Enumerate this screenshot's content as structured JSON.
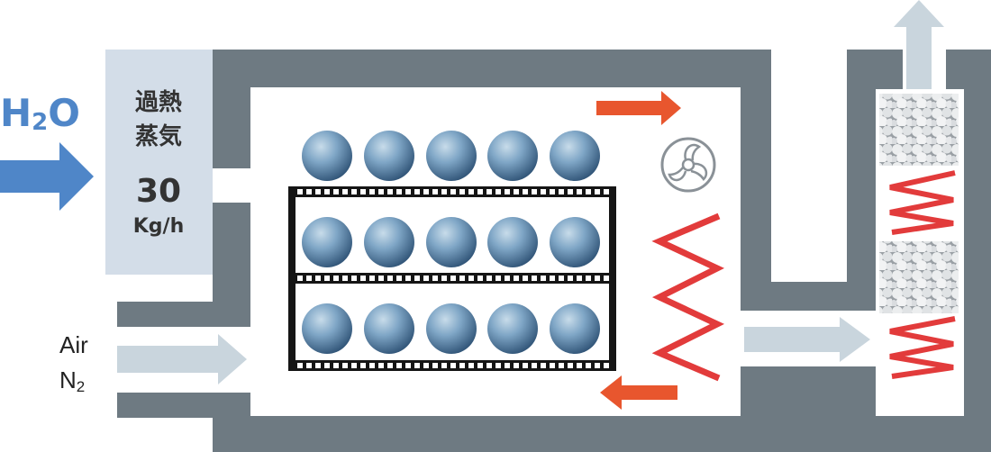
{
  "inlet": {
    "water_main": "H",
    "water_sub": "2",
    "water_end": "O",
    "steam_line1": "過熱",
    "steam_line2": "蒸気",
    "rate_value": "30",
    "rate_unit": "Kg/h"
  },
  "gas_inlet": {
    "line1": "Air",
    "line2_main": "N",
    "line2_sub": "2"
  },
  "colors": {
    "wall": "#6e7a82",
    "steam_box": "#d3dde8",
    "water_arrow": "#4f86c8",
    "water_text": "#4f86c8",
    "flow_arrow": "#c9d5dd",
    "circulation_arrow": "#e8562e",
    "heater_coil": "#e23b3b",
    "tray_frame": "#151515",
    "ball": "#7fa6c6",
    "fan": "#8a9197",
    "text_dark": "#333333"
  },
  "icons": [
    "water-inlet-arrow",
    "gas-inlet-arrow",
    "circulation-arrow-right",
    "circulation-arrow-left",
    "fan-icon",
    "heater-coil",
    "exhaust-arrow",
    "transfer-arrow"
  ],
  "trays": {
    "rows": 3,
    "balls_per_row": 5
  }
}
